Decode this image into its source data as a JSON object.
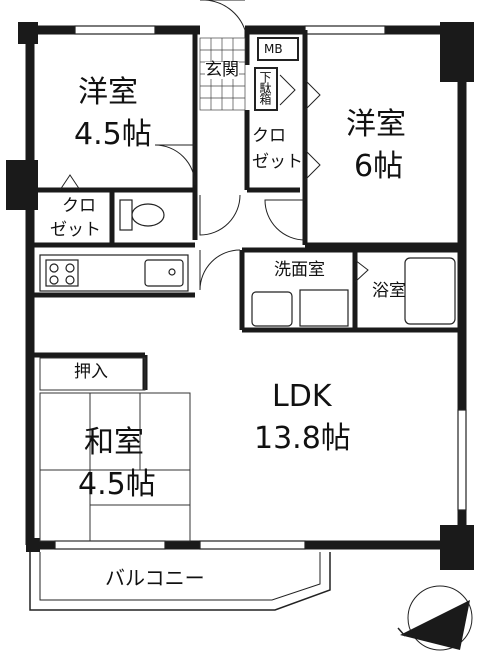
{
  "rooms": {
    "bedroom_west": {
      "name": "洋室",
      "size": "4.5帖"
    },
    "bedroom_east": {
      "name": "洋室",
      "size": "6帖"
    },
    "ldk": {
      "name": "LDK",
      "size": "13.8帖"
    },
    "washitsu": {
      "name": "和室",
      "size": "4.5帖"
    }
  },
  "labels": {
    "genkan": "玄関",
    "mb": "MB",
    "shoe_box": "下駄箱",
    "closet_a": "クロ",
    "closet_b": "ゼット",
    "closet2_a": "クロ",
    "closet2_b": "ゼット",
    "washroom": "洗面室",
    "bath": "浴室",
    "oshiire": "押入",
    "balcony": "バルコニー"
  },
  "colors": {
    "wall": "#1a1a1a",
    "line": "#222222",
    "background": "#ffffff"
  }
}
